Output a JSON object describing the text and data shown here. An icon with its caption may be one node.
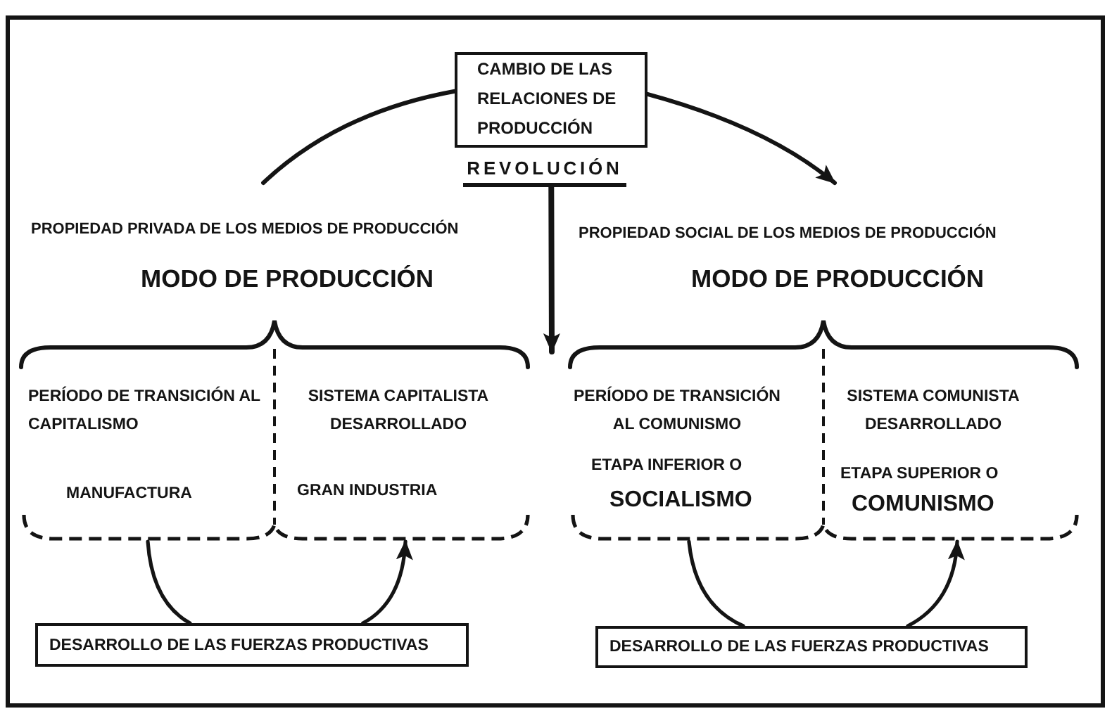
{
  "diagram": {
    "nodes": [
      {
        "text": [
          "CAMBIO DE LAS RELACIONES DE PRODUCCIÓN"
        ]
      },
      {
        "text": [
          "REVOLUCIÓN"
        ]
      },
      {
        "text": [
          "PROPIEDAD PRIVADA DE LOS MEDIOS DE PRODUCCIÓN",
          "MODO DE PRODUCCIÓN"
        ]
      },
      {
        "text": [
          "PERÍODO DE TRANSICIÓN AL CAPITALISMO",
          "MANUFACTURA"
        ],
        "in": 2
      },
      {
        "text": [
          "SISTEMA CAPITALISTA DESARROLLADO",
          "GRAN INDUSTRIA"
        ],
        "in": 2
      },
      {
        "text": [
          "PROPIEDAD SOCIAL DE LOS MEDIOS DE PRODUCCIÓN",
          "MODO DE PRODUCCIÓN"
        ]
      },
      {
        "text": [
          "PERÍODO DE TRANSICIÓN AL COMUNISMO",
          "ETAPA INFERIOR O",
          "SOCIALISMO"
        ],
        "in": 5
      },
      {
        "text": [
          "SISTEMA COMUNISTA DESARROLLADO",
          "ETAPA SUPERIOR O",
          "COMUNISMO"
        ],
        "in": 5
      },
      {
        "text": [
          "DESARROLLO DE LAS FUERZAS PRODUCTIVAS"
        ]
      },
      {
        "text": [
          "DESARROLLO DE LAS FUERZAS PRODUCTIVAS"
        ]
      }
    ],
    "edges": [
      {
        "from": 2,
        "to": 0,
        "arrow": "none"
      },
      {
        "from": 0,
        "to": 5,
        "arrow": "to"
      },
      {
        "from": 1,
        "to": 6,
        "arrow": "to"
      },
      {
        "from": 3,
        "to": 8,
        "arrow": "none"
      },
      {
        "from": 8,
        "to": 4,
        "arrow": "to"
      },
      {
        "from": 6,
        "to": 9,
        "arrow": "none"
      },
      {
        "from": 9,
        "to": 7,
        "arrow": "to"
      }
    ]
  }
}
